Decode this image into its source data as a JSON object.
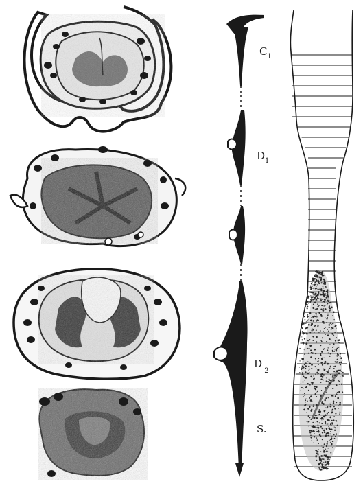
{
  "figure": {
    "labels": {
      "c1": {
        "main": "C",
        "sub": "1"
      },
      "d1": {
        "main": "D",
        "sub": "1"
      },
      "d2": {
        "main": "D",
        "sub": " 2"
      },
      "s": {
        "main": "S.",
        "sub": ""
      }
    },
    "sections": [
      {
        "name": "section-1"
      },
      {
        "name": "section-2"
      },
      {
        "name": "section-3"
      },
      {
        "name": "section-4"
      }
    ],
    "colors": {
      "ink": "#1a1a1a",
      "paper": "#ffffff",
      "tissue_light": "#d9d9d9",
      "tissue_dark": "#3a3a3a"
    }
  }
}
